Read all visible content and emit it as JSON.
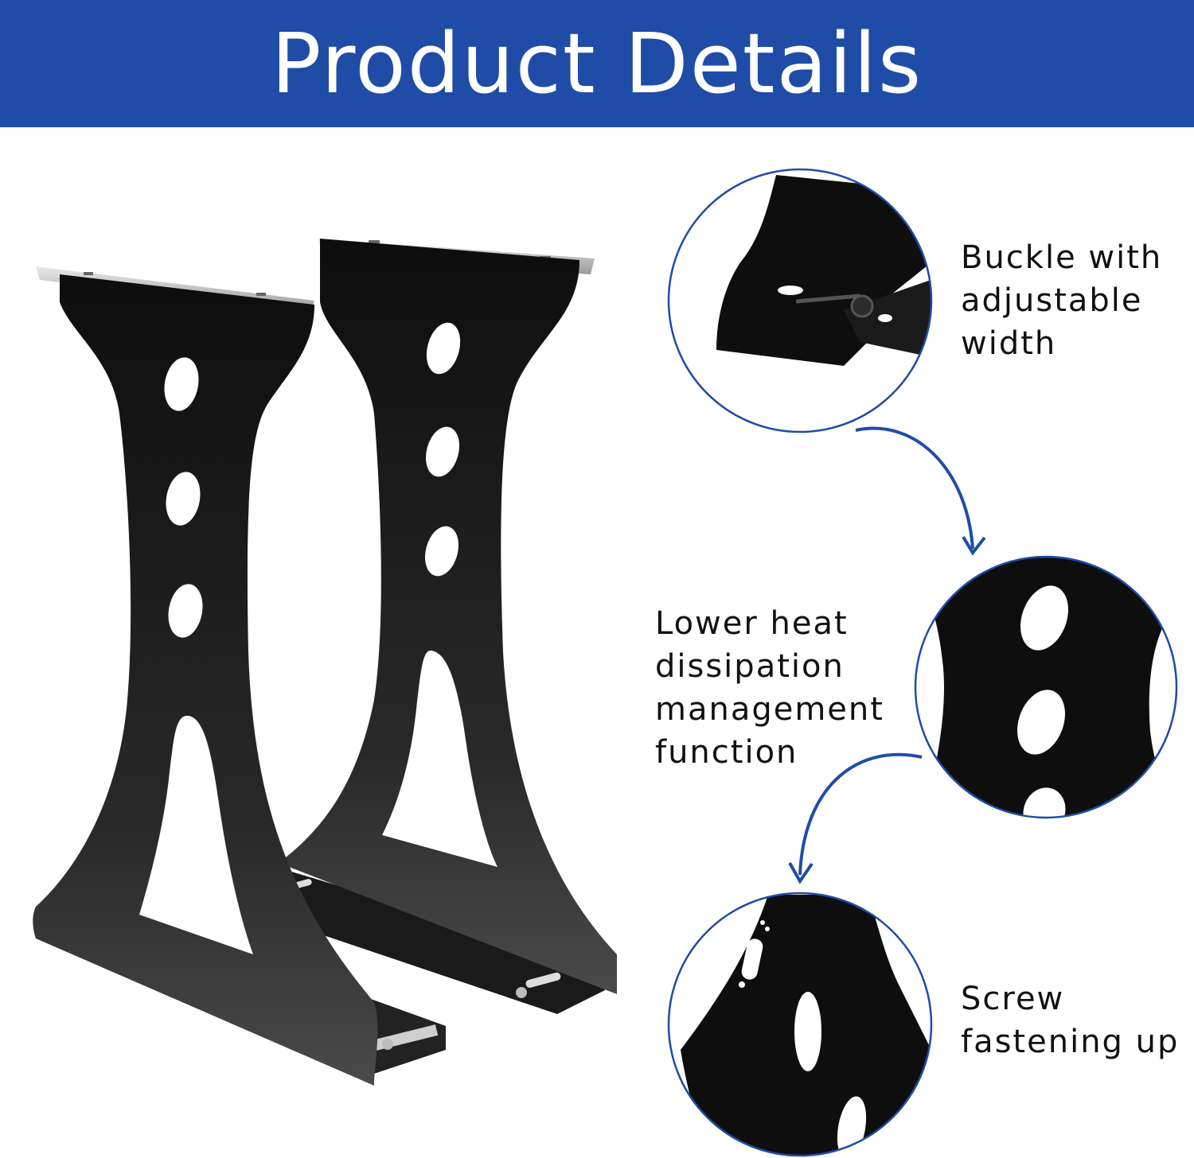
{
  "header": {
    "title": "Product Details"
  },
  "callouts": [
    {
      "id": "buckle",
      "text": "Buckle with\nadjustable\nwidth"
    },
    {
      "id": "heat",
      "text": "Lower heat\ndissipation\nmanagement\nfunction"
    },
    {
      "id": "screw",
      "text": "Screw\nfastening up"
    }
  ],
  "colors": {
    "banner": "#1f4ca6",
    "accent": "#1f4ca6",
    "product": "#111111"
  }
}
